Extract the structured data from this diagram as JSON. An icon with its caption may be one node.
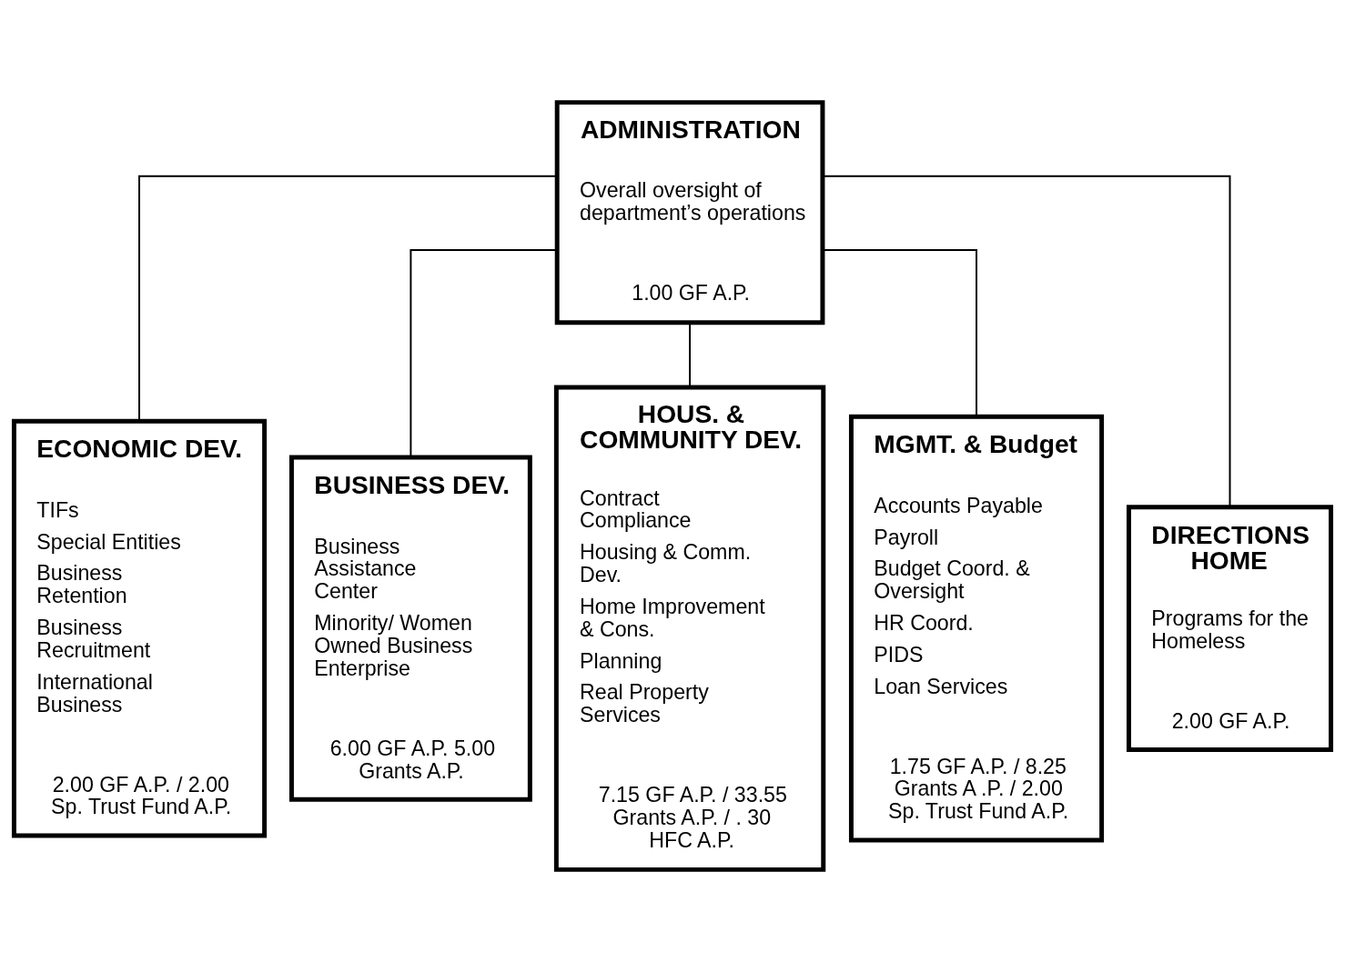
{
  "diagram": {
    "nodes": [
      {
        "text": [
          "ADMINISTRATION",
          "Overall oversight of department’s operations",
          "1.00 GF A.P."
        ]
      },
      {
        "text": [
          "ECONOMIC DEV.",
          "TIFs",
          "Special Entities",
          "Business Retention",
          "Business Recruitment",
          "International Business",
          "2.00 GF A.P. / 2.00 Sp. Trust Fund A.P."
        ]
      },
      {
        "text": [
          "BUSINESS DEV.",
          "Business Assistance Center",
          "Minority/ Women Owned Business Enterprise",
          "6.00 GF A.P. 5.00 Grants A.P."
        ]
      },
      {
        "text": [
          "HOUS. & COMMUNITY DEV.",
          "Contract Compliance",
          "Housing & Comm. Dev.",
          "Home Improvement & Cons.",
          "Planning",
          "Real Property Services",
          "7.15 GF A.P. / 33.55 Grants A.P. / . 30 HFC A.P."
        ]
      },
      {
        "text": [
          "MGMT. & Budget",
          "Accounts Payable",
          "Payroll",
          "Budget Coord. & Oversight",
          "HR Coord.",
          "PIDS",
          "Loan Services",
          "1.75 GF A.P. / 8.25 Grants A .P. / 2.00 Sp. Trust Fund A.P."
        ]
      },
      {
        "text": [
          "DIRECTIONS HOME",
          "Programs for the Homeless",
          "2.00 GF A.P."
        ]
      }
    ],
    "edges": [
      {
        "from": 0,
        "to": 1,
        "arrow": "none"
      },
      {
        "from": 0,
        "to": 2,
        "arrow": "none"
      },
      {
        "from": 0,
        "to": 3,
        "arrow": "none"
      },
      {
        "from": 0,
        "to": 4,
        "arrow": "none"
      },
      {
        "from": 0,
        "to": 5,
        "arrow": "none"
      }
    ]
  }
}
